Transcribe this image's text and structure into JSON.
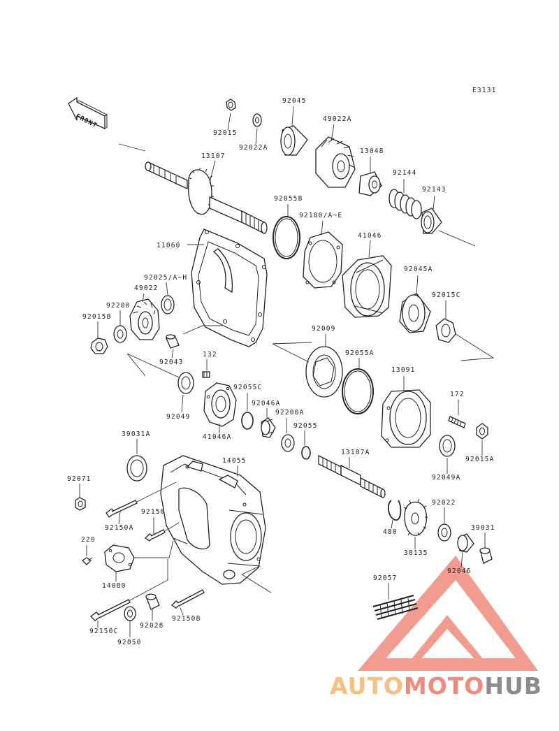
{
  "diagram_code": "E3131",
  "front_label": "FRONT",
  "logo": {
    "part1": "AUTO",
    "part2": "MOTO",
    "part3": "HUB"
  },
  "colors": {
    "logo_orange": "#f5c080",
    "logo_red": "#f08a7c",
    "logo_gray": "#8c8c8c",
    "line": "#222222"
  },
  "labels": {
    "p92015": "92015",
    "p92022A": "92022A",
    "p92045": "92045",
    "p49022A": "49022A",
    "p13048": "13048",
    "p92144": "92144",
    "p92143": "92143",
    "p13107": "13107",
    "p92055B": "92055B",
    "p92180": "92180/A~E",
    "p11060": "11060",
    "p41046": "41046",
    "p92025": "92025/A~H",
    "p49022": "49022",
    "p92045A": "92045A",
    "p92200": "92200",
    "p92015C": "92015C",
    "p92015B": "92015B",
    "p92009": "92009",
    "p92043": "92043",
    "p92055A": "92055A",
    "p132": "132",
    "p13091": "13091",
    "p92055C": "92055C",
    "p92046A": "92046A",
    "p92200A": "92200A",
    "p172": "172",
    "p92049": "92049",
    "p41046A": "41046A",
    "p92055": "92055",
    "p39031A": "39031A",
    "p14055": "14055",
    "p13107A": "13107A",
    "p92015A": "92015A",
    "p92049A": "92049A",
    "p92071": "92071",
    "p92150A": "92150A",
    "p92150": "92150",
    "p92022": "92022",
    "p480": "480",
    "p39031": "39031",
    "p220": "220",
    "p38135": "38135",
    "p92046": "92046",
    "p14080": "14080",
    "p92057": "92057",
    "p92150C": "92150C",
    "p92028": "92028",
    "p92150B": "92150B",
    "p92050": "92050"
  }
}
